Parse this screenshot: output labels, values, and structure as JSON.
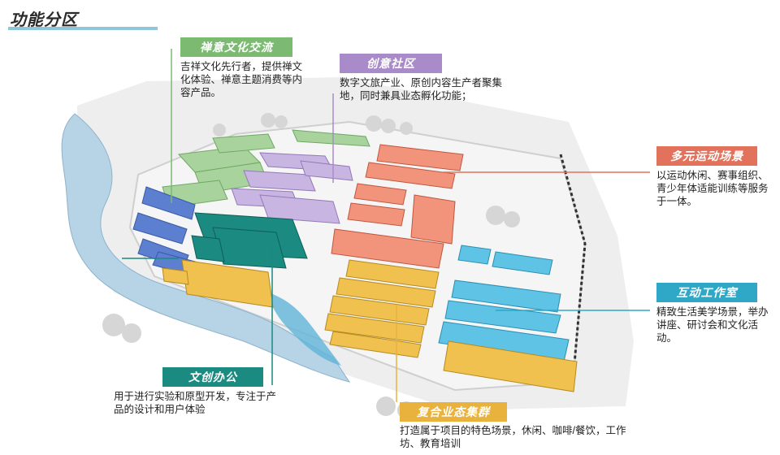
{
  "page": {
    "title": "功能分区"
  },
  "zones": {
    "chan": {
      "name": "禅意文化交流",
      "description": "吉祥文化先行者，提供禅文化体验、禅意主题消费等内容产品。",
      "color": "#7cba72"
    },
    "creative": {
      "name": "创意社区",
      "description": "数字文旅产业、原创内容生产者聚集地，同时兼具业态孵化功能；",
      "color": "#a98bc9"
    },
    "sports": {
      "name": "多元运动场景",
      "description": "以运动休闲、赛事组织、青少年体适能训练等服务于一体。",
      "color": "#e2725b"
    },
    "studio": {
      "name": "互动工作室",
      "description": "精致生活美学场景，举办讲座、研讨会和文化活动。",
      "color": "#2fa8c8"
    },
    "office": {
      "name": "文创办公",
      "description": "用于进行实验和原型开发，专注于产品的设计和用户体验",
      "color": "#1b8a80"
    },
    "mixed": {
      "name": "复合业态集群",
      "description": "打造属于项目的特色场景，休闲、咖啡/餐饮，工作坊、教育培训",
      "color": "#e9b23c"
    }
  }
}
